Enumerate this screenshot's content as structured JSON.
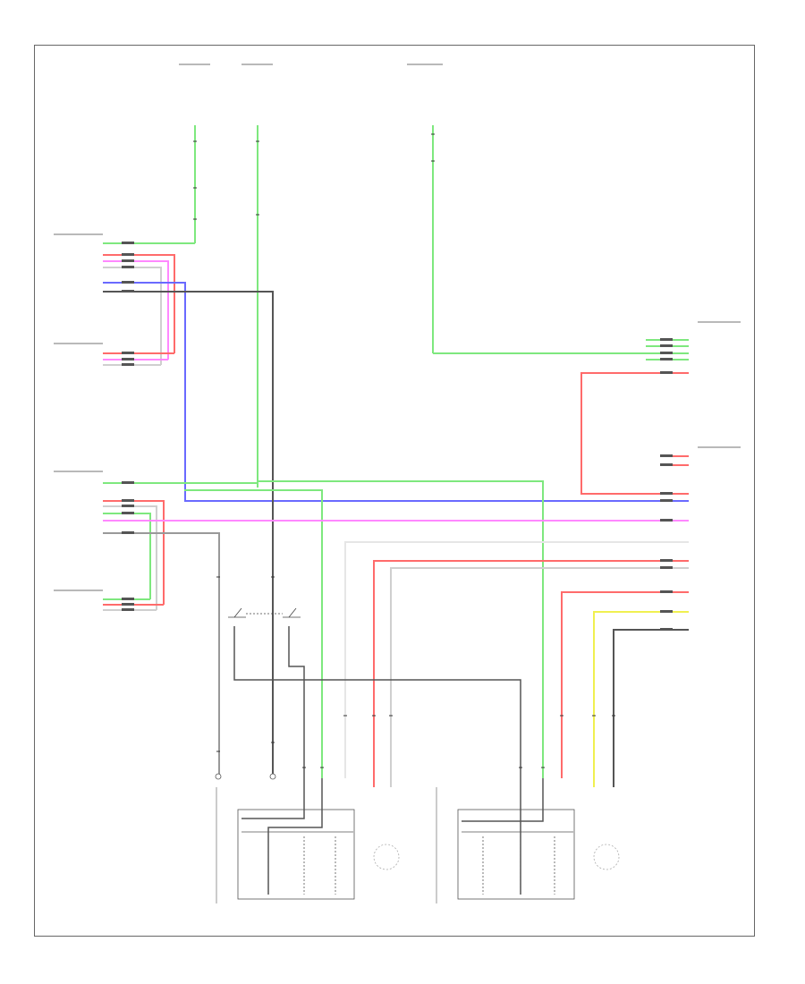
{
  "colors": {
    "green": "#7ee87e",
    "blue": "#6a6aff",
    "red": "#ff6b6b",
    "pink": "#ff88ff",
    "yellow": "#f0f050",
    "gray": "#8a8a8a",
    "dark": "#555555",
    "light": "#cfcfcf",
    "frame": "#666666"
  },
  "components": [
    {
      "id": "right-front-seat-heater-assembly"
    },
    {
      "id": "left-front-seat-heater-assembly"
    },
    {
      "id": "right-front-seat-climate-control-blower"
    },
    {
      "id": "left-front-seat-climate-control-blower"
    },
    {
      "id": "seat-heater-switch"
    },
    {
      "id": "air-conditioning-amplifier"
    }
  ]
}
